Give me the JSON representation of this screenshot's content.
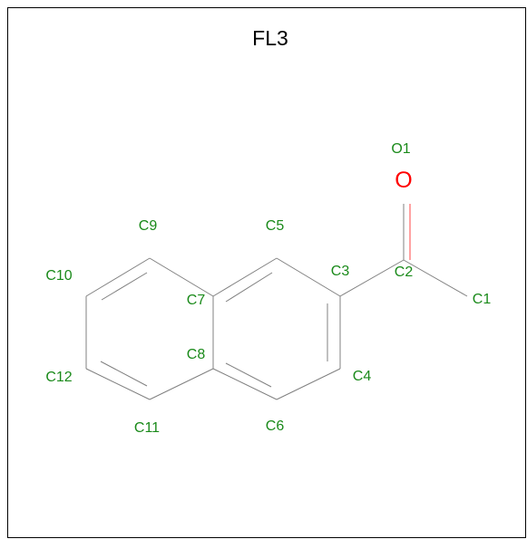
{
  "molecule": {
    "title": "FL3",
    "oxygen_symbol": "O",
    "atoms": [
      {
        "id": "c1",
        "label": "C1"
      },
      {
        "id": "c2",
        "label": "C2"
      },
      {
        "id": "c3",
        "label": "C3"
      },
      {
        "id": "c4",
        "label": "C4"
      },
      {
        "id": "c5",
        "label": "C5"
      },
      {
        "id": "c6",
        "label": "C6"
      },
      {
        "id": "c7",
        "label": "C7"
      },
      {
        "id": "c8",
        "label": "C8"
      },
      {
        "id": "c9",
        "label": "C9"
      },
      {
        "id": "c10",
        "label": "C10"
      },
      {
        "id": "c11",
        "label": "C11"
      },
      {
        "id": "c12",
        "label": "C12"
      },
      {
        "id": "o1",
        "label": "O1"
      }
    ]
  },
  "colors": {
    "bond": "#808080",
    "carbon_label": "#1a8a1a",
    "oxygen": "#ff0000",
    "border": "#000000"
  }
}
